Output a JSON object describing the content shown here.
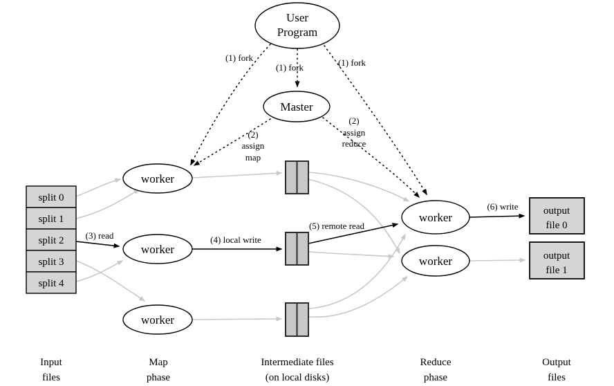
{
  "diagram": {
    "nodes": {
      "user_program_line1": "User",
      "user_program_line2": "Program",
      "master": "Master",
      "map_worker_1": "worker",
      "map_worker_2": "worker",
      "map_worker_3": "worker",
      "reduce_worker_1": "worker",
      "reduce_worker_2": "worker"
    },
    "input_splits": [
      "split 0",
      "split 1",
      "split 2",
      "split 3",
      "split 4"
    ],
    "output_files": {
      "file0_line1": "output",
      "file0_line2": "file 0",
      "file1_line1": "output",
      "file1_line2": "file 1"
    },
    "edge_labels": {
      "fork_left": "(1) fork",
      "fork_center": "(1) fork",
      "fork_right": "(1) fork",
      "assign_map_line1": "(2)",
      "assign_map_line2": "assign",
      "assign_map_line3": "map",
      "assign_reduce_line1": "(2)",
      "assign_reduce_line2": "assign",
      "assign_reduce_line3": "reduce",
      "read": "(3) read",
      "local_write": "(4) local write",
      "remote_read": "(5) remote read",
      "write": "(6) write"
    },
    "phase_labels": {
      "input_line1": "Input",
      "input_line2": "files",
      "map_line1": "Map",
      "map_line2": "phase",
      "intermediate_line1": "Intermediate files",
      "intermediate_line2": "(on local disks)",
      "reduce_line1": "Reduce",
      "reduce_line2": "phase",
      "output_line1": "Output",
      "output_line2": "files"
    },
    "colors": {
      "box_fill": "#d5d5d5",
      "buffer_fill": "#c9c9c9",
      "gray_edge": "#c9c9c9",
      "node_fill": "#ffffff",
      "stroke": "#000000",
      "background": "#ffffff"
    }
  }
}
